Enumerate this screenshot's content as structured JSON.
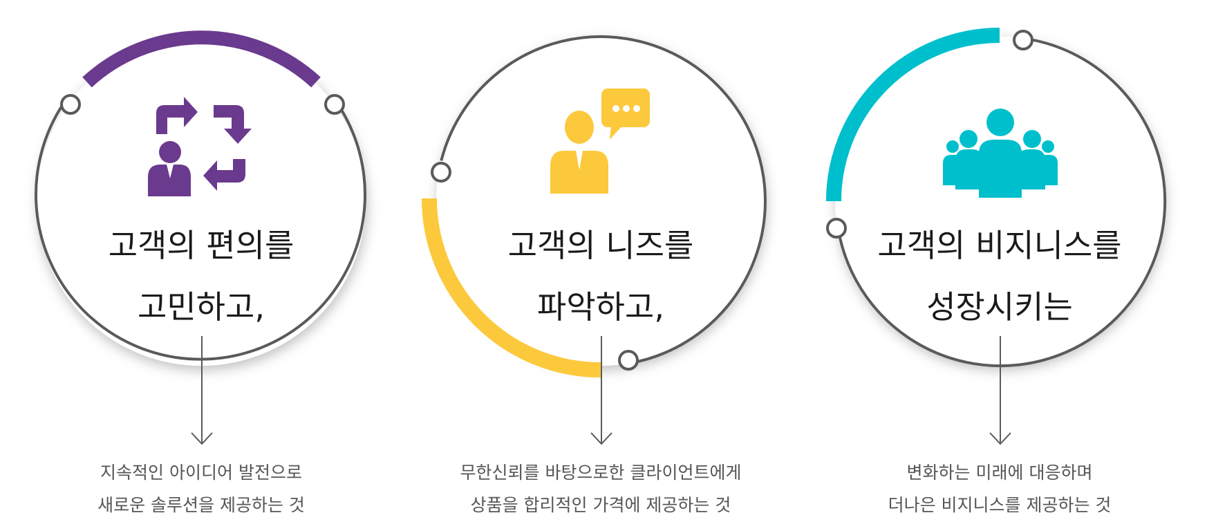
{
  "items": [
    {
      "title_line1": "고객의 편의를",
      "title_line2": "고민하고,",
      "desc_line1": "지속적인 아이디어 발전으로",
      "desc_line2": "새로운 솔루션을 제공하는 것",
      "accent": "#6a3a8e",
      "icon": "customer-cycle-icon"
    },
    {
      "title_line1": "고객의 니즈를",
      "title_line2": "파악하고,",
      "desc_line1": "무한신뢰를 바탕으로한 클라이언트에게",
      "desc_line2": "상품을 합리적인 가격에 제공하는 것",
      "accent": "#fcc93c",
      "icon": "person-speech-bubble-icon"
    },
    {
      "title_line1": "고객의 비지니스를",
      "title_line2": "성장시키는",
      "desc_line1": "변화하는 미래에 대응하며",
      "desc_line2": "더나은 비지니스를  제공하는 것",
      "accent": "#00bfcd",
      "icon": "group-people-icon"
    }
  ],
  "ring_color": "#5a5a5a"
}
